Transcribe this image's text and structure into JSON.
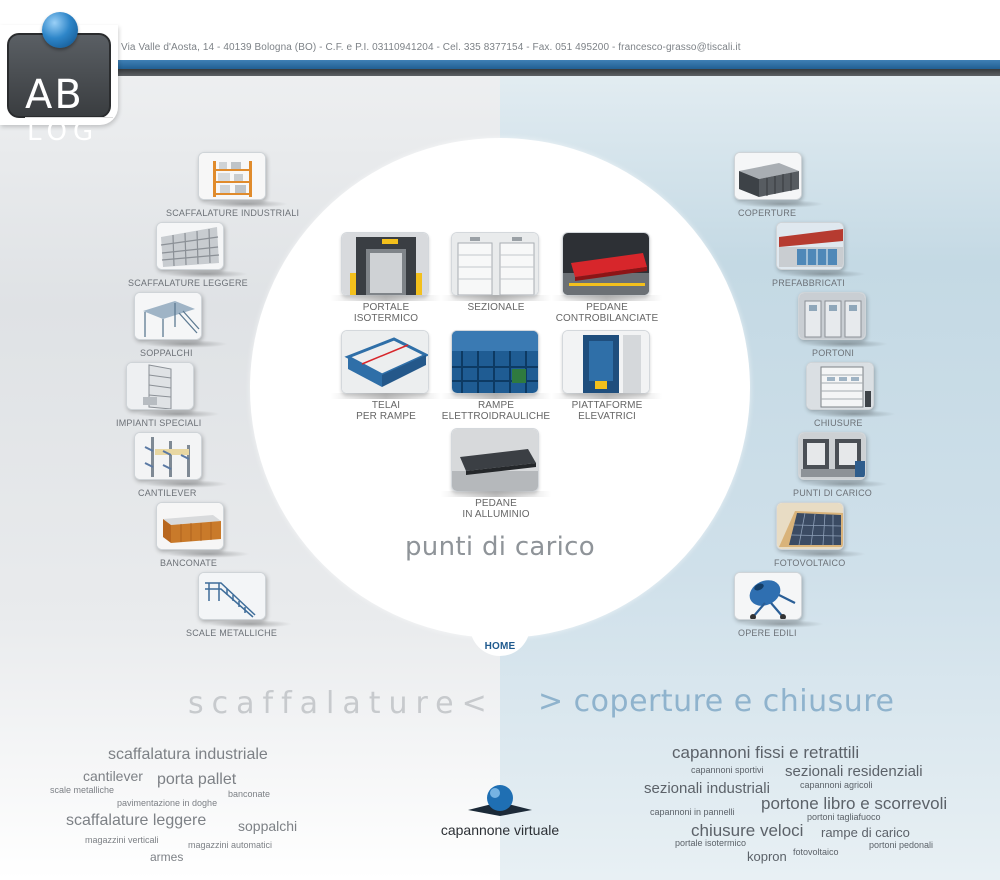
{
  "header": {
    "address": "Via Valle d'Aosta, 14 - 40139 Bologna (BO) - C.F. e P.I. 03110941204 - Cel. 335 8377154 - Fax. 051 495200 - francesco-grasso@tiscali.it",
    "logo_top": "AB",
    "logo_bottom": "LOG"
  },
  "left_categories": [
    {
      "label": "SCAFFALATURE INDUSTRIALI",
      "icon": "industrial-shelving-icon"
    },
    {
      "label": "SCAFFALATURE LEGGERE",
      "icon": "light-shelving-icon"
    },
    {
      "label": "SOPPALCHI",
      "icon": "mezzanine-icon"
    },
    {
      "label": "IMPIANTI SPECIALI",
      "icon": "special-systems-icon"
    },
    {
      "label": "CANTILEVER",
      "icon": "cantilever-icon"
    },
    {
      "label": "BANCONATE",
      "icon": "counter-icon"
    },
    {
      "label": "SCALE METALLICHE",
      "icon": "metal-stairs-icon"
    }
  ],
  "right_categories": [
    {
      "label": "COPERTURE",
      "icon": "roof-cover-icon"
    },
    {
      "label": "PREFABBRICATI",
      "icon": "prefab-icon"
    },
    {
      "label": "PORTONI",
      "icon": "doors-icon"
    },
    {
      "label": "CHIUSURE",
      "icon": "closures-icon"
    },
    {
      "label": "PUNTI DI CARICO",
      "icon": "loading-point-icon"
    },
    {
      "label": "FOTOVOLTAICO",
      "icon": "solar-panel-icon"
    },
    {
      "label": "OPERE EDILI",
      "icon": "concrete-mixer-icon"
    }
  ],
  "circle": {
    "products": [
      {
        "label1": "PORTALE",
        "label2": "ISOTERMICO"
      },
      {
        "label1": "SEZIONALE",
        "label2": ""
      },
      {
        "label1": "PEDANE",
        "label2": "CONTROBILANCIATE"
      },
      {
        "label1": "TELAI",
        "label2": "PER RAMPE"
      },
      {
        "label1": "RAMPE",
        "label2": "ELETTROIDRAULICHE"
      },
      {
        "label1": "PIATTAFORME",
        "label2": "ELEVATRICI"
      },
      {
        "label1": "PEDANE",
        "label2": "IN ALLUMINIO"
      }
    ],
    "title": "punti di carico",
    "home": "HOME"
  },
  "sections": {
    "left_heading": "scaffalature<",
    "right_heading": "> coperture e chiusure"
  },
  "left_tags": [
    "scaffalatura industriale",
    "cantilever",
    "porta pallet",
    "scale metalliche",
    "banconate",
    "pavimentazione in doghe",
    "scaffalature leggere",
    "soppalchi",
    "magazzini verticali",
    "magazzini automatici",
    "armes"
  ],
  "right_tags": [
    "capannoni fissi e retrattili",
    "capannoni sportivi",
    "sezionali residenziali",
    "sezionali industriali",
    "capannoni agricoli",
    "capannoni in pannelli",
    "portone libro e scorrevoli",
    "portoni tagliafuoco",
    "chiusure veloci",
    "rampe di carico",
    "portale isotermico",
    "portoni pedonali",
    "kopron",
    "fotovoltaico"
  ],
  "virtual": {
    "label": "capannone virtuale"
  },
  "colors": {
    "accent_blue": "#215f92",
    "heading_blue": "#8fb3cd",
    "home_blue": "#1f5a8e"
  }
}
